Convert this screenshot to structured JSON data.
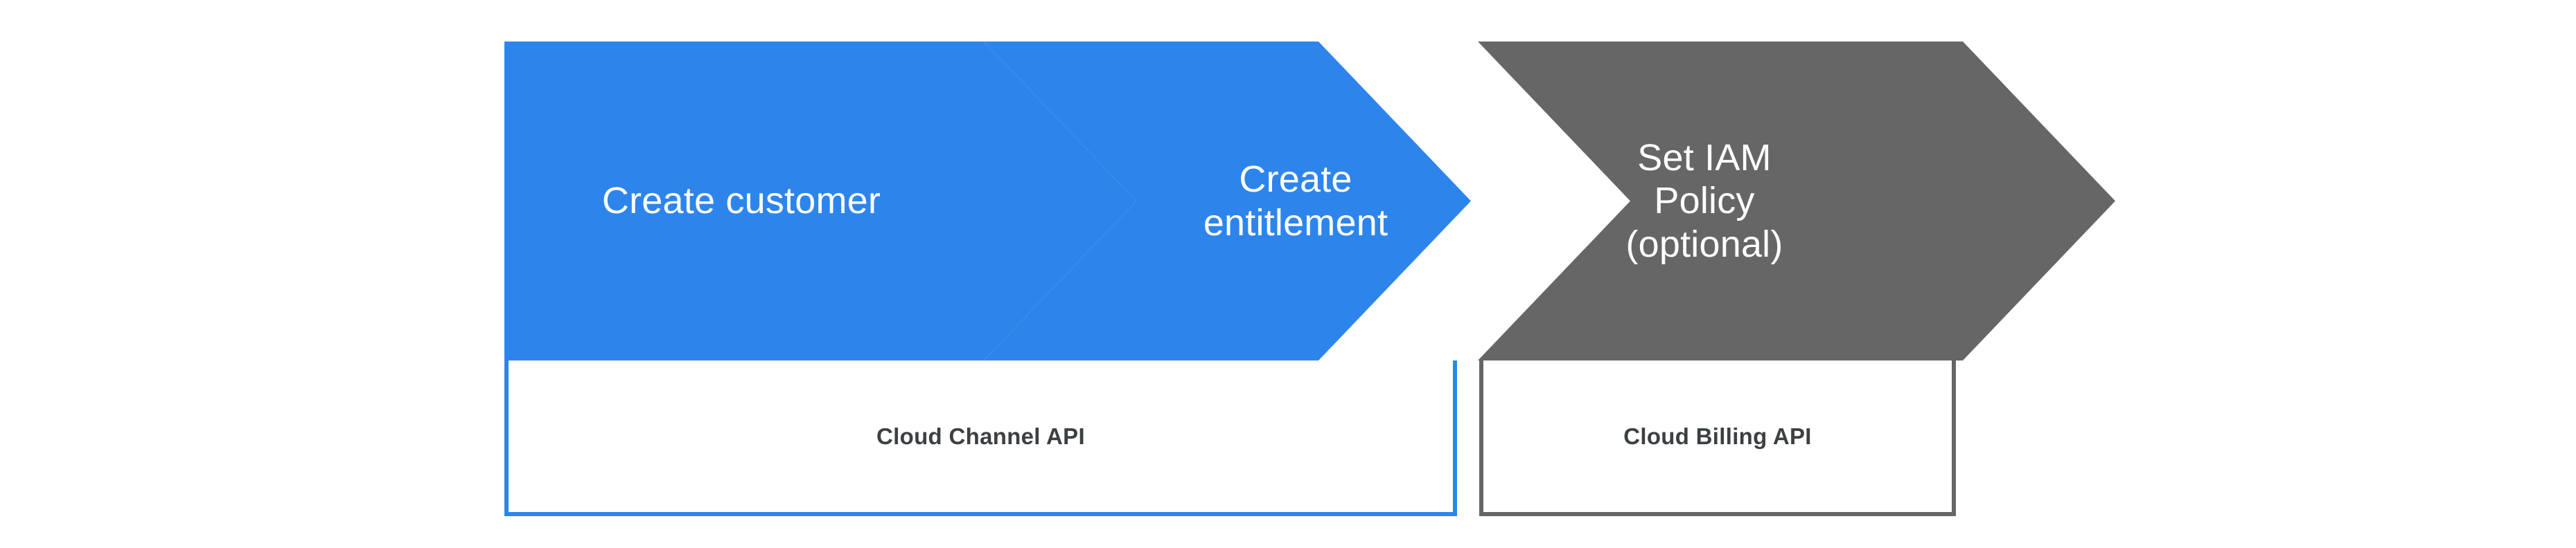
{
  "diagram": {
    "type": "chevron-process-flow",
    "background_color": "#ffffff",
    "steps": [
      {
        "id": "create-customer",
        "label": "Create customer",
        "fill_color": "#2d85ec",
        "text_color": "#ffffff",
        "optional": false
      },
      {
        "id": "create-entitlement",
        "label": "Create\nentitlement",
        "fill_color": "#2d85ec",
        "text_color": "#ffffff",
        "optional": false
      },
      {
        "id": "set-iam-policy",
        "label": "Set IAM\nPolicy\n(optional)",
        "fill_color": "#666666",
        "text_color": "#ffffff",
        "optional": true
      }
    ],
    "api_groups": [
      {
        "id": "cloud-channel-api",
        "label": "Cloud Channel API",
        "border_color": "#2d85ec",
        "text_color": "#3c4043",
        "covers_steps": [
          "create-customer",
          "create-entitlement"
        ]
      },
      {
        "id": "cloud-billing-api",
        "label": "Cloud Billing API",
        "border_color": "#666666",
        "text_color": "#3c4043",
        "covers_steps": [
          "set-iam-policy"
        ]
      }
    ]
  }
}
